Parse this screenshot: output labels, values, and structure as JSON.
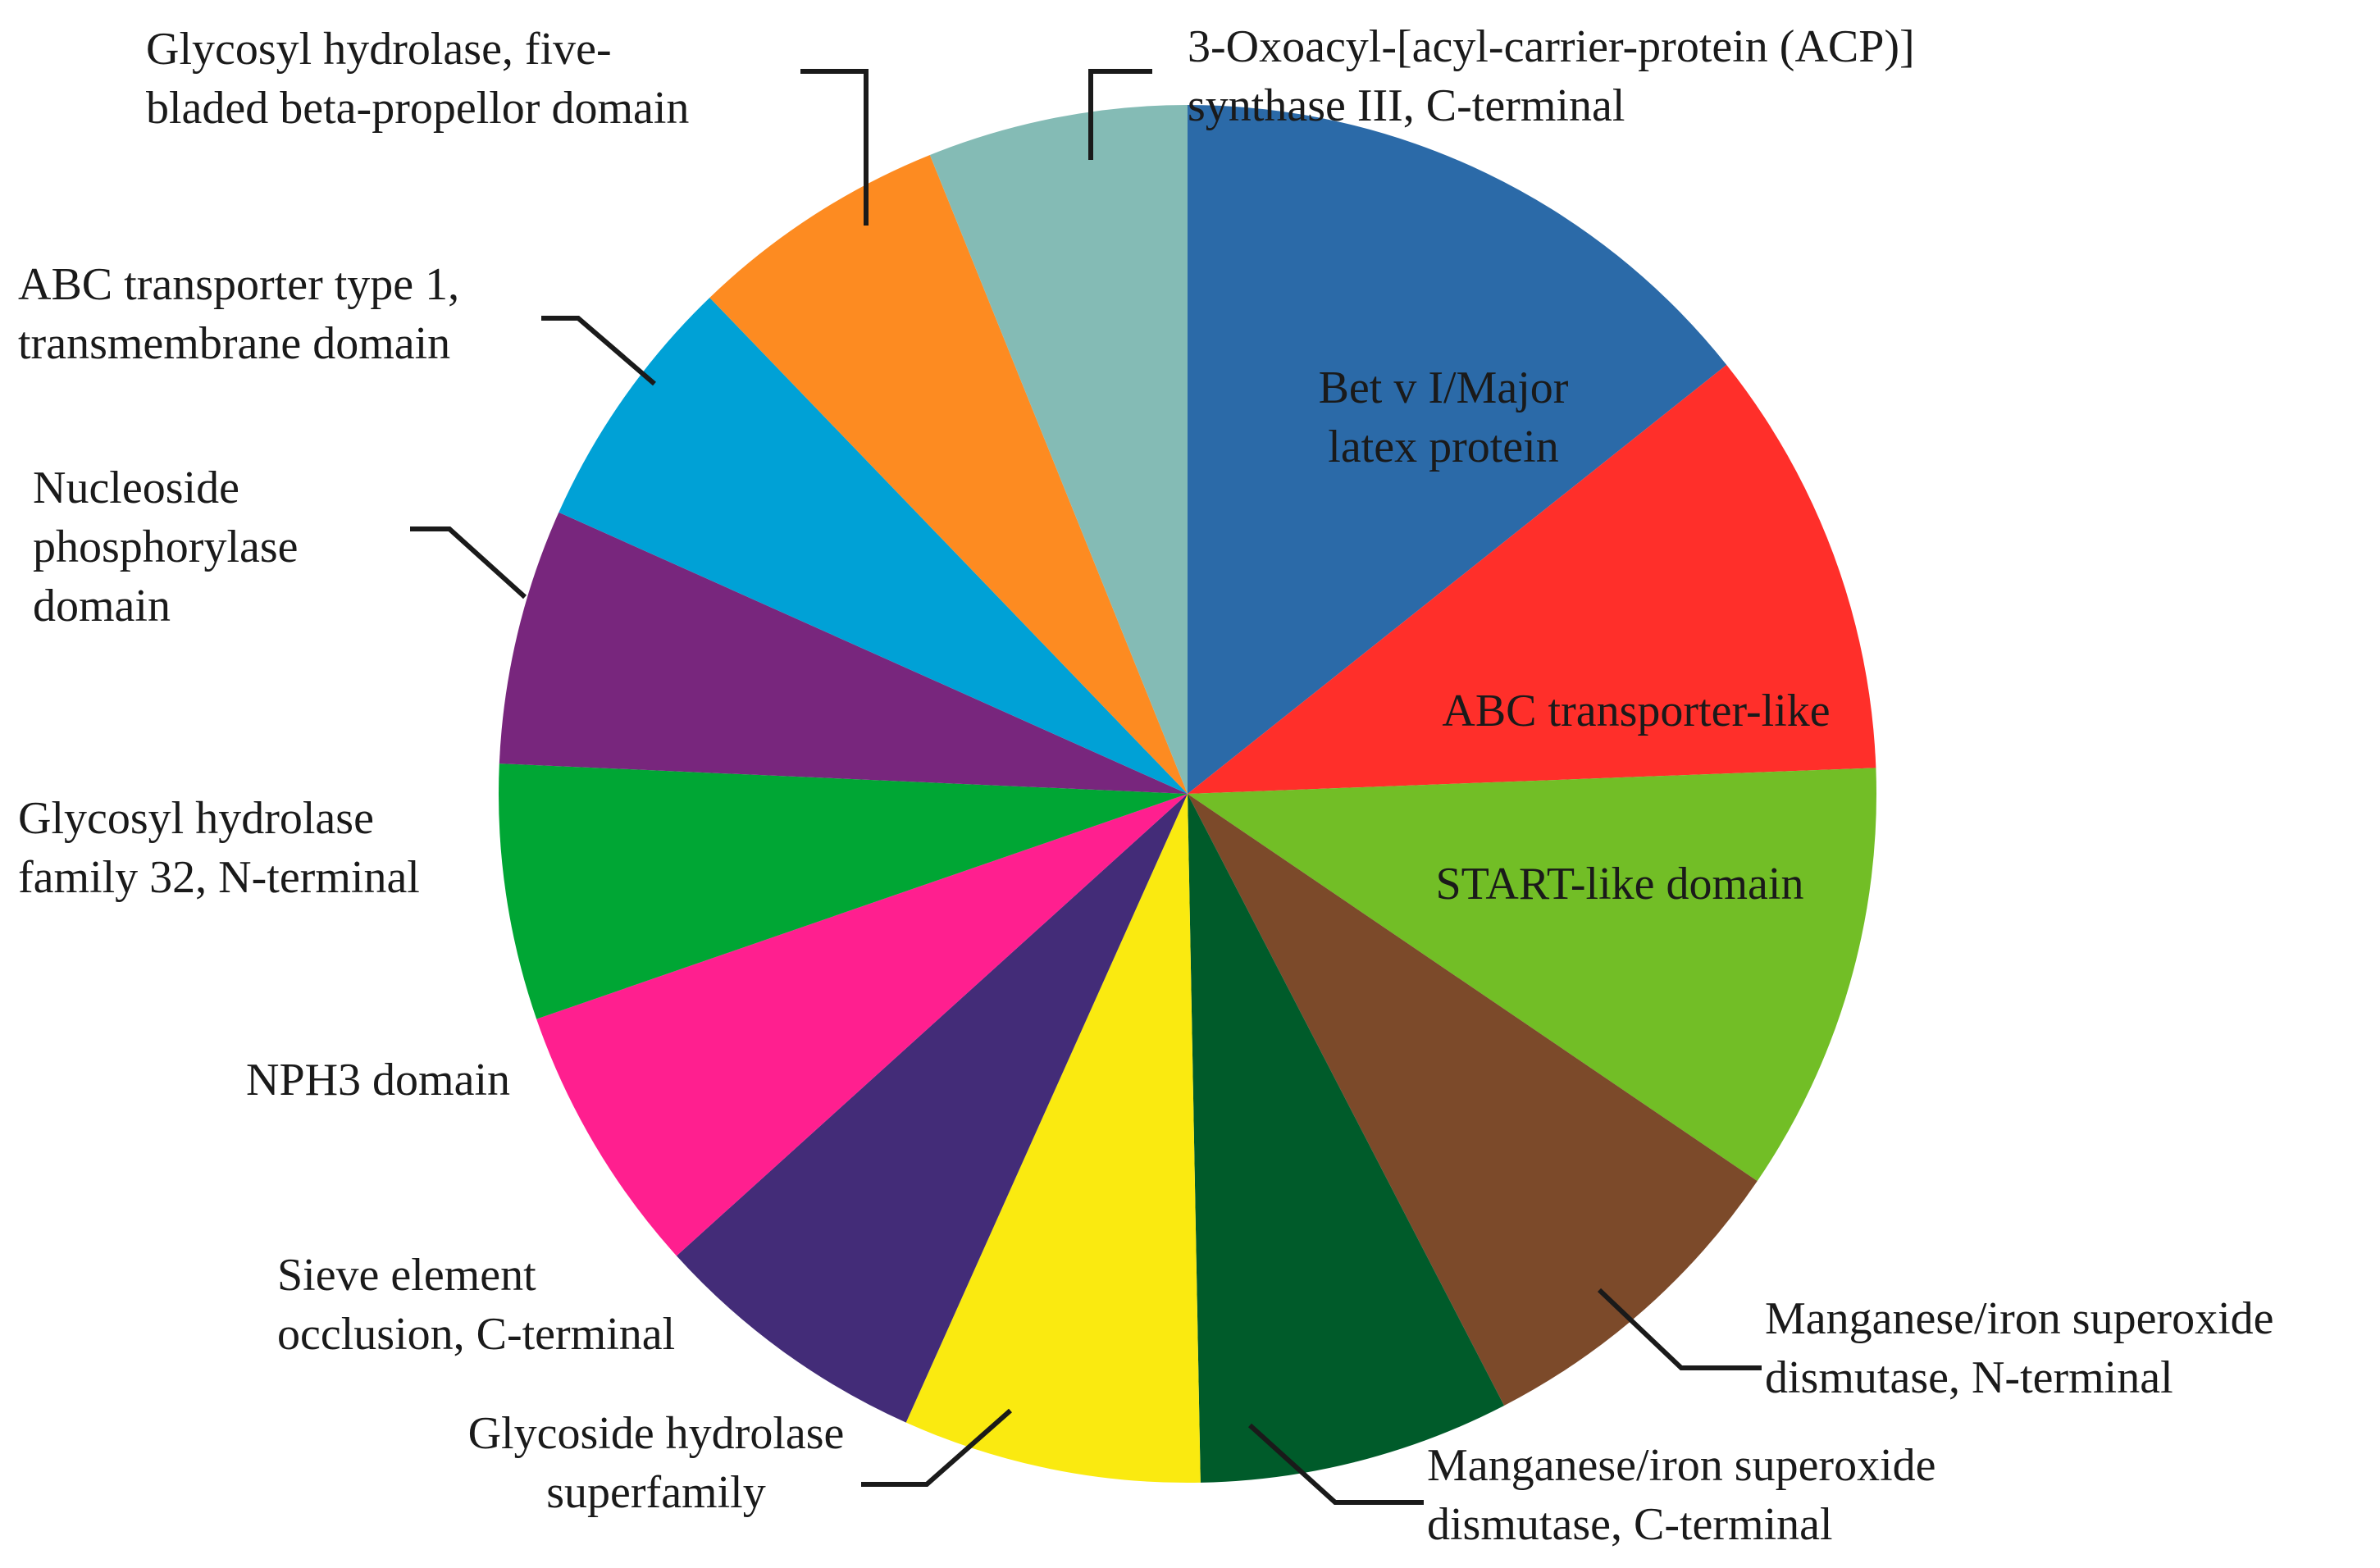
{
  "chart_data": {
    "type": "pie",
    "title": "",
    "start": "top",
    "direction": "clockwise",
    "legend": "none",
    "slices": [
      {
        "label": "Bet v I/Major latex protein",
        "value": 14.3,
        "color": "#2b6aa8",
        "label_lines": [
          "Bet v I/Major",
          "latex protein"
        ],
        "label_position": "inside"
      },
      {
        "label": "ABC transporter-like",
        "value": 10.1,
        "color": "#ff2f2a",
        "label_lines": [
          "ABC transporter-like"
        ],
        "label_position": "inside"
      },
      {
        "label": "START-like domain",
        "value": 10.1,
        "color": "#72be26",
        "label_lines": [
          "START-like domain"
        ],
        "label_position": "inside"
      },
      {
        "label": "Manganese/iron superoxide dismutase, N-terminal",
        "value": 7.9,
        "color": "#7c4a2a",
        "label_lines": [
          "Manganese/iron superoxide",
          "dismutase, N-terminal"
        ],
        "label_position": "outside"
      },
      {
        "label": "Manganese/iron superoxide dismutase, C-terminal",
        "value": 7.3,
        "color": "#005b2a",
        "label_lines": [
          "Manganese/iron superoxide",
          "dismutase, C-terminal"
        ],
        "label_position": "outside"
      },
      {
        "label": "Glycoside hydrolase superfamily",
        "value": 7.0,
        "color": "#faea10",
        "label_lines": [
          "Glycoside hydrolase",
          "superfamily"
        ],
        "label_position": "outside"
      },
      {
        "label": "Sieve element occlusion, C-terminal",
        "value": 6.6,
        "color": "#432c78",
        "label_lines": [
          "Sieve element",
          "occlusion, C-terminal"
        ],
        "label_position": "outside"
      },
      {
        "label": "NPH3 domain",
        "value": 6.4,
        "color": "#ff1f8f",
        "label_lines": [
          "NPH3 domain"
        ],
        "label_position": "outside"
      },
      {
        "label": "Glycosyl hydrolase family 32, N-terminal",
        "value": 6.0,
        "color": "#00a634",
        "label_lines": [
          "Glycosyl hydrolase",
          "family 32, N-terminal"
        ],
        "label_position": "outside"
      },
      {
        "label": "Nucleoside phosphorylase domain",
        "value": 6.0,
        "color": "#78267d",
        "label_lines": [
          "Nucleoside",
          "phosphorylase",
          "domain"
        ],
        "label_position": "outside"
      },
      {
        "label": "ABC transporter type 1, transmembrane domain",
        "value": 6.1,
        "color": "#00a1d6",
        "label_lines": [
          "ABC transporter type 1,",
          "transmembrane domain"
        ],
        "label_position": "outside"
      },
      {
        "label": "Glycosyl hydrolase, five-bladed beta-propellor domain",
        "value": 6.1,
        "color": "#fd8b21",
        "label_lines": [
          "Glycosyl hydrolase, five-",
          "bladed beta-propellor domain"
        ],
        "label_position": "outside"
      },
      {
        "label": "3-Oxoacyl-[acyl-carrier-protein (ACP)] synthase III, C-terminal",
        "value": 6.1,
        "color": "#84bbb5",
        "label_lines": [
          "3-Oxoacyl-[acyl-carrier-protein (ACP)]",
          "synthase III, C-terminal"
        ],
        "label_position": "outside"
      }
    ]
  }
}
